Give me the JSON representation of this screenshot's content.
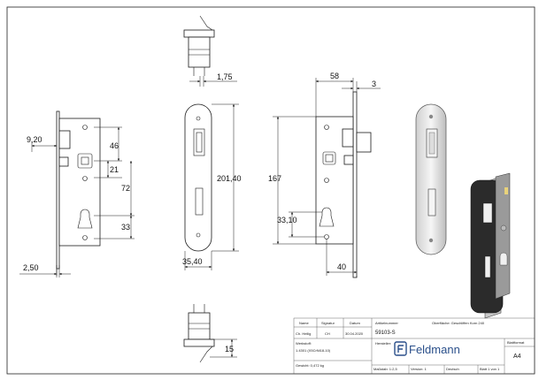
{
  "dimensions": {
    "d_9_20": "9,20",
    "d_46": "46",
    "d_21": "21",
    "d_72": "72",
    "d_33": "33",
    "d_2_50": "2,50",
    "d_1_75": "1,75",
    "d_201_40": "201,40",
    "d_35_40": "35,40",
    "d_58": "58",
    "d_3": "3",
    "d_167": "167",
    "d_33_10": "33,10",
    "d_40": "40",
    "d_15": "15"
  },
  "title_block": {
    "header_name": "Name",
    "header_signatur": "Signatur",
    "header_datum": "Datum",
    "row1_name": "Ch. Heilig",
    "row1_sig": "CH",
    "row1_date": "30.04.2020",
    "werkstoff_label": "Werkstoff:",
    "werkstoff_value": "1.4301 (X5CrNi18-10)",
    "gewicht": "Gewicht: 0,472 kg",
    "artikelnummer_label": "Artikelnummer",
    "artikelnummer_value": "59103-S",
    "oberflaeche": "Oberfläche: Geschliffen Korn 240",
    "hersteller_label": "Hersteller:",
    "brand_name": "Feldmann",
    "massstab": "Maßstab: 1:2,5",
    "version": "Version: 1",
    "sprache": "Deutsch",
    "blatt": "Blatt 1 von 1",
    "blattformat_label": "Blattformat",
    "blattformat_value": "A4"
  },
  "colors": {
    "line": "#1a1a1a",
    "brand": "#2a4f8a",
    "render_plate": "#2b2b2b"
  }
}
